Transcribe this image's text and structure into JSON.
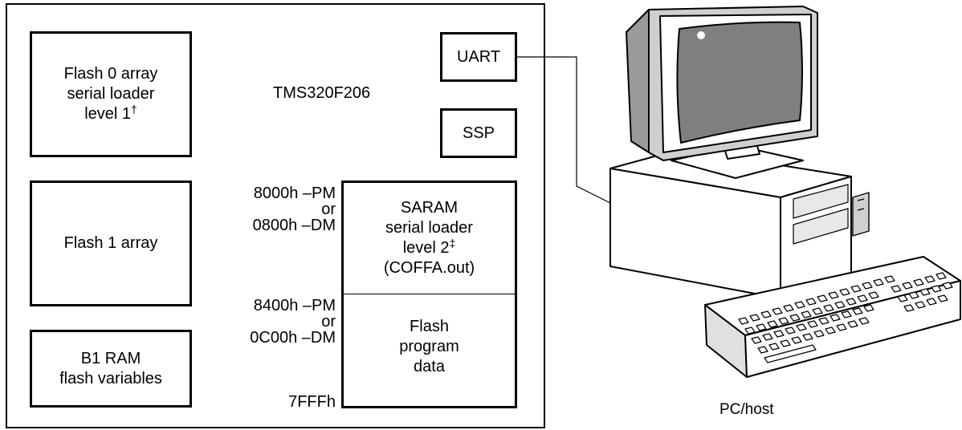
{
  "device": {
    "name": "TMS320F206",
    "flash0": {
      "lines": [
        "Flash 0 array",
        "serial loader",
        "level 1"
      ],
      "footnote": "†"
    },
    "flash1": {
      "label": "Flash 1 array"
    },
    "b1ram": {
      "lines": [
        "B1 RAM",
        "flash variables"
      ]
    },
    "uart": {
      "label": "UART"
    },
    "ssp": {
      "label": "SSP"
    },
    "saram": {
      "upper_lines": [
        "SARAM",
        "serial loader",
        "level 2",
        "(COFFA.out)"
      ],
      "upper_footnote": "‡",
      "lower_lines": [
        "Flash",
        "program",
        "data"
      ]
    },
    "addresses": {
      "top": [
        "8000h –PM",
        "or",
        "0800h –DM"
      ],
      "middle": [
        "8400h –PM",
        "or",
        "0C00h –DM"
      ],
      "bottom": "7FFFh"
    }
  },
  "host": {
    "caption": "PC/host",
    "icon": "desktop-computer-icon"
  }
}
